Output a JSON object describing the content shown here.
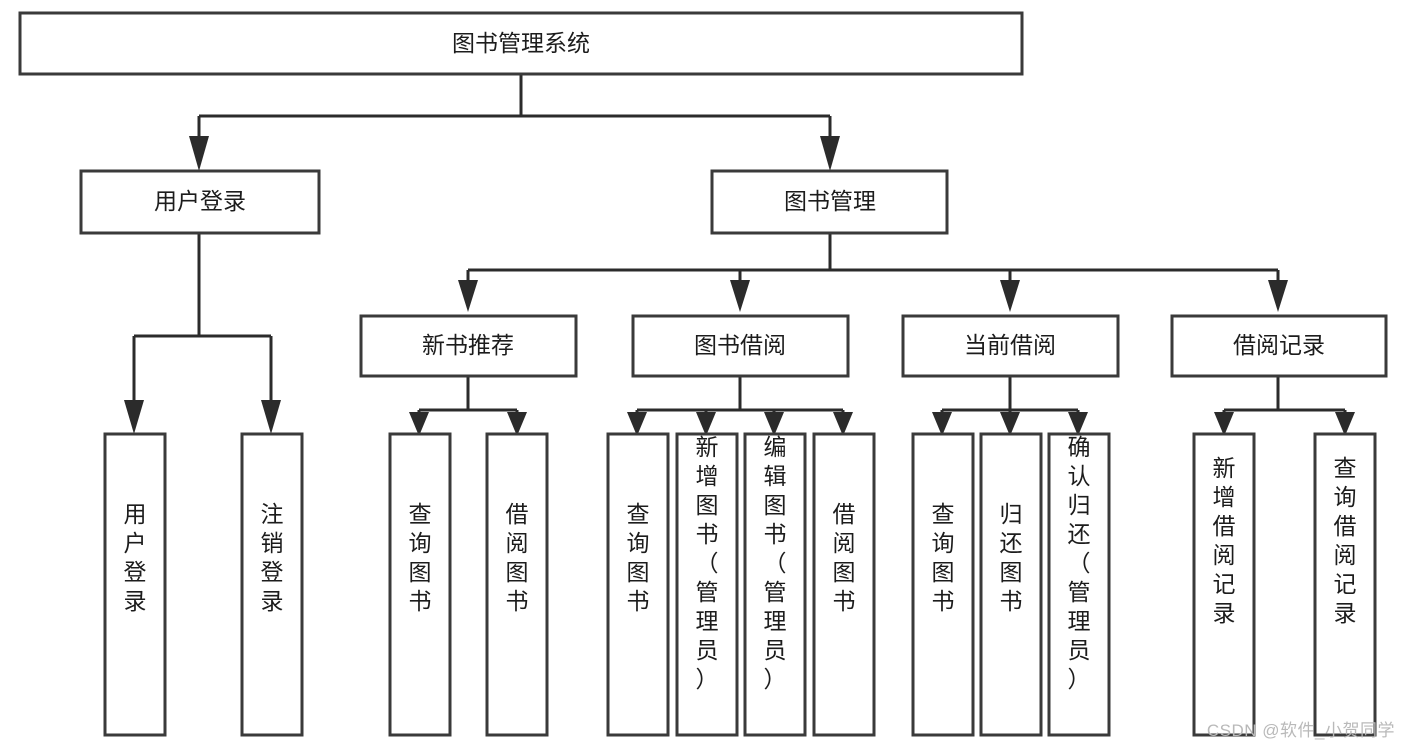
{
  "diagram": {
    "title": "图书管理系统",
    "type": "tree",
    "orientation": "top-down",
    "root": {
      "id": "root",
      "label": "图书管理系统",
      "orientation": "horizontal"
    },
    "level1": [
      {
        "id": "user-login",
        "label": "用户登录",
        "orientation": "horizontal"
      },
      {
        "id": "book-manage",
        "label": "图书管理",
        "orientation": "horizontal"
      }
    ],
    "level2": [
      {
        "id": "new-book-recommend",
        "label": "新书推荐",
        "parent": "book-manage",
        "orientation": "horizontal"
      },
      {
        "id": "book-borrow",
        "label": "图书借阅",
        "parent": "book-manage",
        "orientation": "horizontal"
      },
      {
        "id": "current-borrow",
        "label": "当前借阅",
        "parent": "book-manage",
        "orientation": "horizontal"
      },
      {
        "id": "borrow-record",
        "label": "借阅记录",
        "parent": "book-manage",
        "orientation": "horizontal"
      }
    ],
    "leaves": [
      {
        "id": "leaf-user-login",
        "label": "用户登录",
        "parent": "user-login",
        "orientation": "vertical"
      },
      {
        "id": "leaf-logout-login",
        "label": "注销登录",
        "parent": "user-login",
        "orientation": "vertical"
      },
      {
        "id": "leaf-query-book-1",
        "label": "查询图书",
        "parent": "new-book-recommend",
        "orientation": "vertical"
      },
      {
        "id": "leaf-borrow-book-1",
        "label": "借阅图书",
        "parent": "new-book-recommend",
        "orientation": "vertical"
      },
      {
        "id": "leaf-query-book-2",
        "label": "查询图书",
        "parent": "book-borrow",
        "orientation": "vertical"
      },
      {
        "id": "leaf-add-book",
        "label": "新增图书（管理员）",
        "parent": "book-borrow",
        "orientation": "vertical"
      },
      {
        "id": "leaf-edit-book",
        "label": "编辑图书（管理员）",
        "parent": "book-borrow",
        "orientation": "vertical"
      },
      {
        "id": "leaf-borrow-book-2",
        "label": "借阅图书",
        "parent": "book-borrow",
        "orientation": "vertical"
      },
      {
        "id": "leaf-query-book-3",
        "label": "查询图书",
        "parent": "current-borrow",
        "orientation": "vertical"
      },
      {
        "id": "leaf-return-book",
        "label": "归还图书",
        "parent": "current-borrow",
        "orientation": "vertical"
      },
      {
        "id": "leaf-confirm-return",
        "label": "确认归还（管理员）",
        "parent": "current-borrow",
        "orientation": "vertical"
      },
      {
        "id": "leaf-add-record",
        "label": "新增借阅记录",
        "parent": "borrow-record",
        "orientation": "vertical"
      },
      {
        "id": "leaf-query-record",
        "label": "查询借阅记录",
        "parent": "borrow-record",
        "orientation": "vertical"
      }
    ],
    "colors": {
      "box_fill": "#ffffff",
      "box_stroke": "#3a3a3a",
      "connector": "#2b2b2b",
      "text": "#1c1c1c",
      "background": "#ffffff",
      "watermark": "#b9b9b9"
    }
  },
  "watermark": {
    "text": "CSDN @软件_小贺同学"
  }
}
